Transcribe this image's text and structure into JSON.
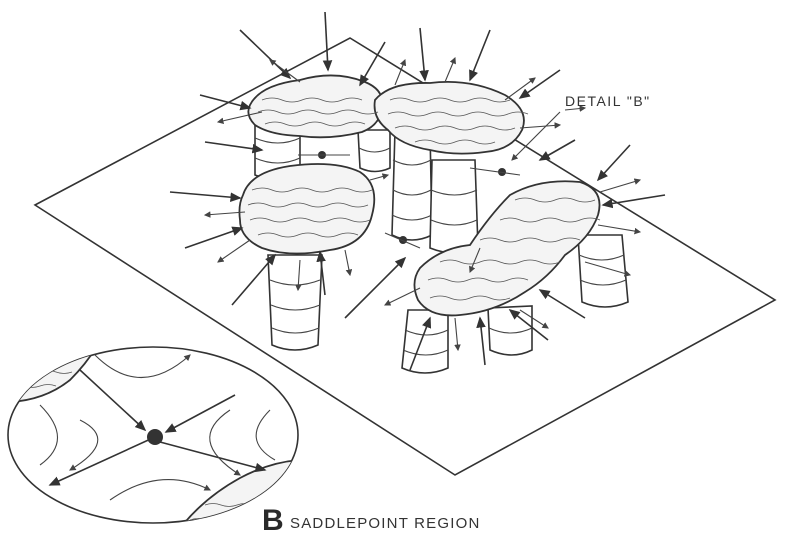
{
  "labels": {
    "detail": "DETAIL \"B\"",
    "caption_letter": "B",
    "caption_text": "SADDLEPOINT REGION"
  },
  "colors": {
    "line": "#333333",
    "background": "#ffffff",
    "surface_fill": "#f4f4f4"
  }
}
